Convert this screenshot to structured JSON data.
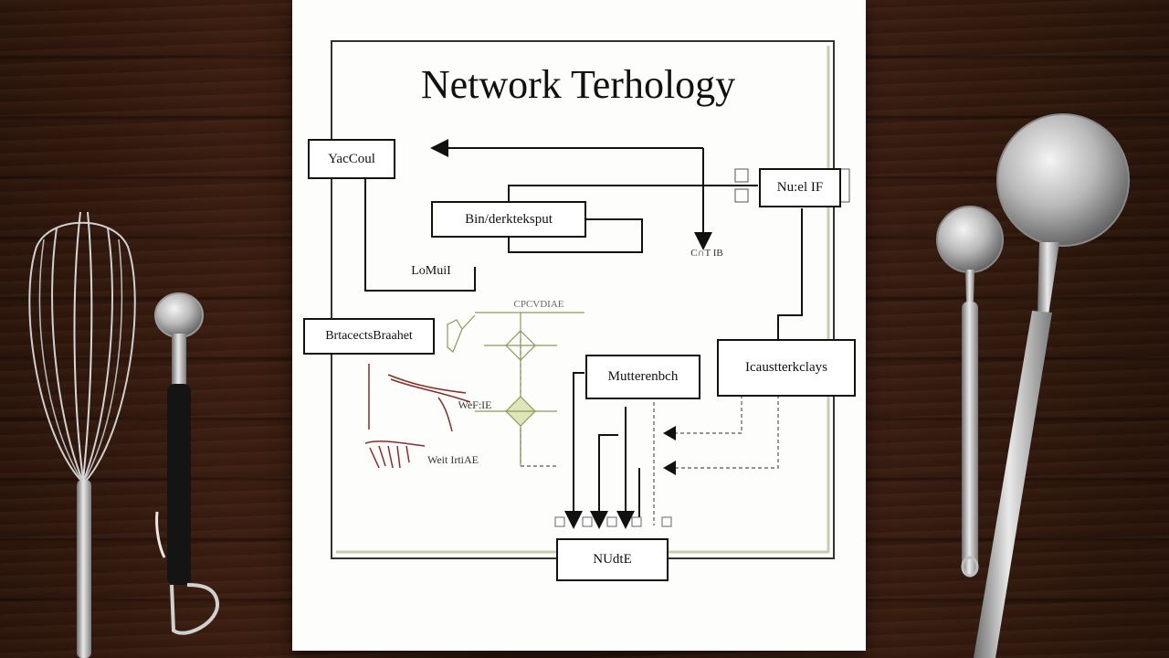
{
  "diagram": {
    "title": "Network Terhology",
    "nodes": {
      "top_left": "YacCoul",
      "top_right": "Nu:el IF",
      "upper_mid": "Bin/derkteksput",
      "small_label": "LoMuiI",
      "mid_left": "BrtacectsBraahet",
      "center": "Mutterenbch",
      "right": "Icaustterkclays",
      "bottom": "NUdtE"
    },
    "annotations": {
      "top_center": "CPCVDIAE",
      "right_small": "C∩T IB",
      "sketch_mid": "WeF:IE",
      "sketch_low": "Weit IrtiAE"
    }
  },
  "colors": {
    "wood": "#3a1d10",
    "paper": "#fdfdfb",
    "ink": "#111111",
    "sketch_green": "#8a9a55",
    "sketch_red": "#8a2a2a"
  },
  "props": [
    "whisk-icon",
    "measuring-spoon-icon",
    "small-ladle-icon",
    "large-ladle-icon"
  ]
}
